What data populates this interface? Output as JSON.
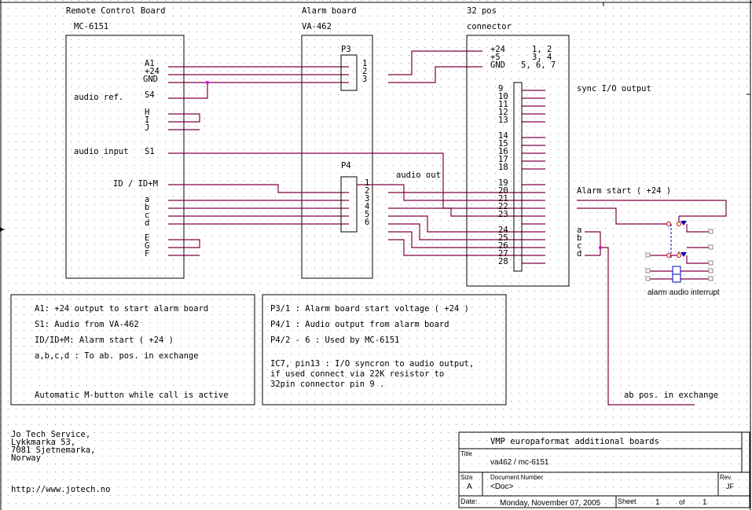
{
  "headers": {
    "remote_board": "Remote Control Board",
    "remote_model": "MC-6151",
    "alarm_board": "Alarm board",
    "alarm_model": "VA-462",
    "connector_pos": "32 pos",
    "connector": "connector"
  },
  "remote_pins": {
    "a1": "A1",
    "p24": "+24",
    "gnd": "GND",
    "audio_ref": "audio ref.",
    "s4": "S4",
    "h": "H",
    "i": "I",
    "j": "J",
    "audio_input": "audio input",
    "s1": "S1",
    "idm": "ID / ID+M",
    "a": "a",
    "b": "b",
    "c": "c",
    "d": "d",
    "e": "E",
    "g": "G",
    "f": "F"
  },
  "alarm_connectors": {
    "p3": "P3",
    "p4": "P4",
    "p3_pins": [
      "1",
      "2",
      "3"
    ],
    "p4_pins": [
      "1",
      "2",
      "3",
      "4",
      "5",
      "6"
    ],
    "audio_out": "audio out"
  },
  "connector32": {
    "p24": "+24",
    "p24_pins": "1, 2",
    "p5": "+5",
    "p5_pins": "3, 4",
    "gnd": "GND",
    "gnd_pins": "5, 6, 7",
    "pins_a": [
      "9",
      "10",
      "11",
      "12",
      "13"
    ],
    "pins_b": [
      "14",
      "15",
      "16",
      "17",
      "18"
    ],
    "pins_c": [
      "19",
      "20",
      "21",
      "22",
      "23"
    ],
    "pins_d": [
      "24",
      "25",
      "26",
      "27",
      "28"
    ]
  },
  "right_side": {
    "sync": "sync I/O output",
    "alarm_start": "Alarm start ( +24 )",
    "a": "a",
    "b": "b",
    "c": "c",
    "d": "d",
    "interrupt": "alarm audio interrupt",
    "ab_pos": "ab pos. in exchange"
  },
  "notes_left": [
    "A1: +24 output to start alarm board",
    "S1: Audio from VA-462",
    "ID/ID+M: Alarm start ( +24 )",
    "a,b,c,d : To ab. pos. in exchange",
    "Automatic M-button while call is active"
  ],
  "notes_right": [
    "P3/1 : Alarm board start voltage ( +24 )",
    "P4/1 : Audio output from alarm board",
    "P4/2 - 6 : Used by MC-6151",
    "IC7, pin13 : I/O syncron to audio output,",
    "if used connect via 22K resistor  to",
    "32pin connector pin 9 ."
  ],
  "company": {
    "name": "Jo Tech Service,",
    "street": "Lykkmarka 53,",
    "city": "7081 Sjetnemarka,",
    "country": "Norway",
    "url": "http://www.jotech.no"
  },
  "title_block": {
    "heading": "VMP  europaformat  additional  boards",
    "title_label": "Title",
    "title": "va462 / mc-6151",
    "size_label": "Size",
    "size": "A",
    "docnum_label": "Document Number",
    "docnum": "<Doc>",
    "rev_label": "Rev",
    "rev": "JF",
    "date_label": "Date:",
    "date": "Monday, November 07, 2005",
    "sheet_label": "Sheet",
    "sheet": "1",
    "of_label": "of",
    "of": "1"
  }
}
